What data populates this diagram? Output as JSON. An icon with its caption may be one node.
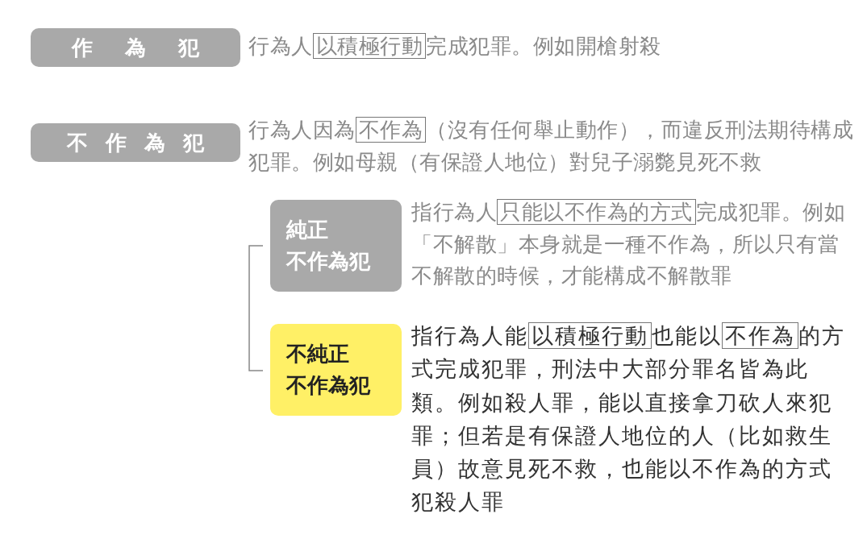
{
  "diagram": {
    "nodes": [
      {
        "text": [
          "作為犯"
        ],
        "beside": [
          "行為人",
          "以積極行動",
          "完成犯罪。例如開槍射殺"
        ]
      },
      {
        "text": [
          "不作為犯"
        ],
        "beside": [
          "行為人因為",
          "不作為",
          "（沒有任何舉止動作），而違反刑法期待構成犯罪。例如母親（有保證人地位）對兒子溺斃見死不救"
        ]
      },
      {
        "text": [
          "純正",
          "不作為犯"
        ],
        "beside": [
          "指行為人",
          "只能以不作為的方式",
          "完成犯罪。例如「不解散」本身就是一種不作為，所以只有當不解散的時候，才能構成不解散罪"
        ]
      },
      {
        "text": [
          "不純正",
          "不作為犯"
        ],
        "beside": [
          "指行為人能",
          "以積極行動",
          "也能以",
          "不作為",
          "的方式完成犯罪，刑法中大部分罪名皆為此類。例如殺人罪，能以直接拿刀砍人來犯罪；但若是有保證人地位的人（比如救生員）故意見死不救，也能以不作為的方式犯殺人罪"
        ]
      }
    ],
    "edges": []
  }
}
